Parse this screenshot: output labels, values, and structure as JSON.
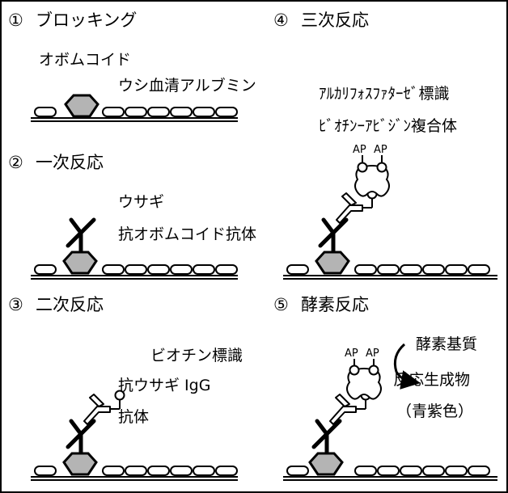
{
  "panels": [
    {
      "number": "①",
      "title": "ブロッキング",
      "labels": [
        "オボムコイド",
        "ウシ血清アルブミン"
      ]
    },
    {
      "number": "②",
      "title": "一次反応",
      "labels": [
        "ウサギ",
        "抗オボムコイド抗体"
      ]
    },
    {
      "number": "③",
      "title": "二次反応",
      "labels": [
        "ビオチン標識",
        "抗ウサギ IgG",
        "抗体"
      ]
    },
    {
      "number": "④",
      "title": "三次反応",
      "labels": [
        "ｱﾙｶﾘﾌｫｽﾌｧﾀｰｾﾞ標識",
        "ﾋﾞｵﾁﾝｰｱﾋﾞｼﾞﾝ複合体"
      ],
      "ap_tags": [
        "AP",
        "AP"
      ]
    },
    {
      "number": "⑤",
      "title": "酵素反応",
      "labels": [
        "酵素基質",
        "反応生成物",
        "（青紫色）"
      ],
      "ap_tags": [
        "AP",
        "AP"
      ]
    }
  ],
  "colors": {
    "antigen_fill": "#b4b4b4",
    "stroke": "#000000",
    "background": "#ffffff"
  }
}
